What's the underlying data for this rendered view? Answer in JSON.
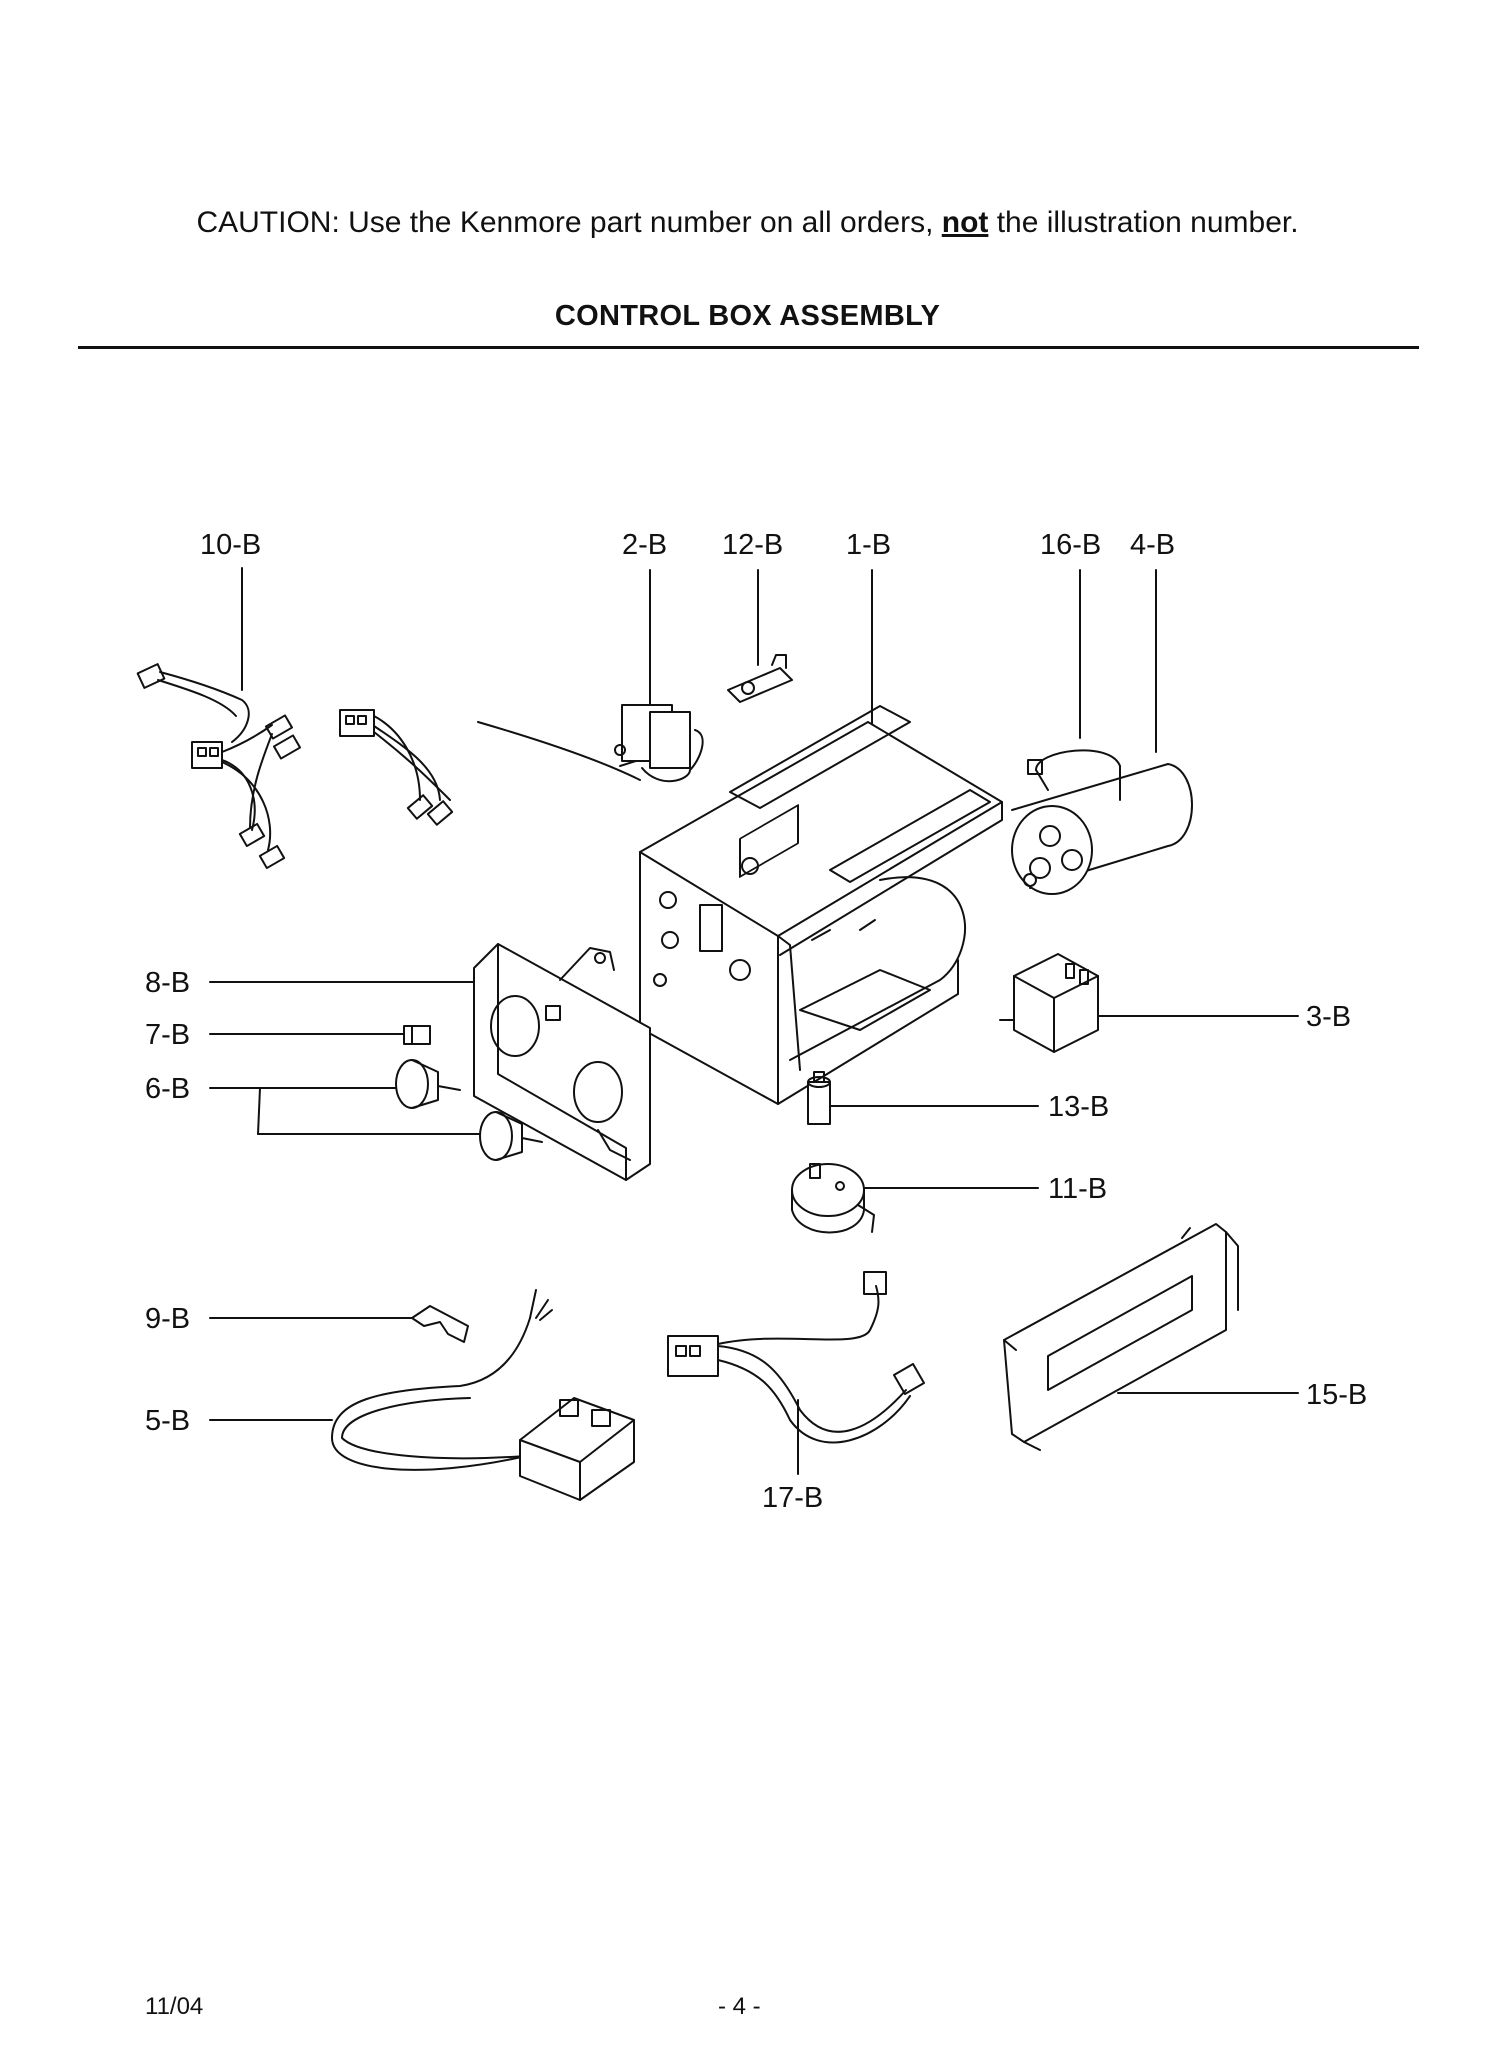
{
  "caution": {
    "prefix": "CAUTION: Use the Kenmore part number on all orders, ",
    "emphasis": "not",
    "suffix": " the illustration number."
  },
  "title": "CONTROL BOX ASSEMBLY",
  "parts": {
    "p10": "10-B",
    "p2": "2-B",
    "p12": "12-B",
    "p1": "1-B",
    "p16": "16-B",
    "p4": "4-B",
    "p8": "8-B",
    "p7": "7-B",
    "p6": "6-B",
    "p3": "3-B",
    "p13": "13-B",
    "p11": "11-B",
    "p9": "9-B",
    "p5": "5-B",
    "p15": "15-B",
    "p17": "17-B"
  },
  "footer": {
    "date": "11/04",
    "page": "- 4 -"
  }
}
